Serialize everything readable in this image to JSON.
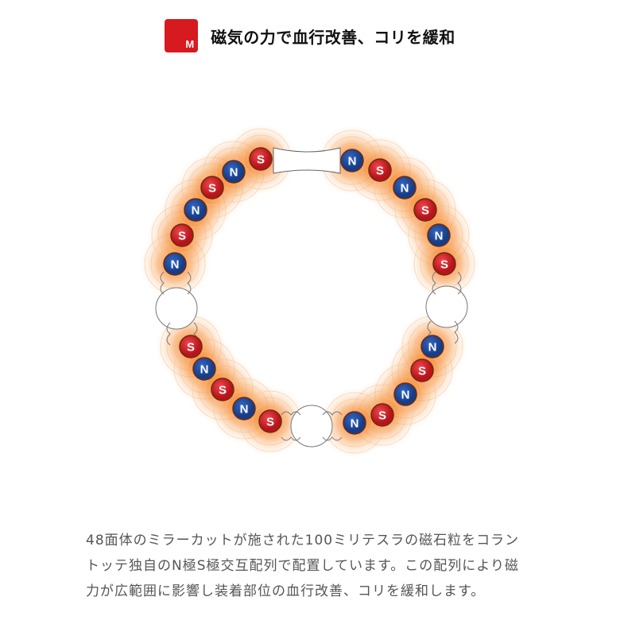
{
  "header": {
    "logo_letter": "M",
    "title": "磁気の力で血行改善、コリを緩和"
  },
  "diagram": {
    "brand_color": "#d71a1f",
    "north_color": "#1d4a9c",
    "south_color": "#d8232a",
    "glow_color": "#f07a1e",
    "groups": [
      {
        "poles": [
          "N",
          "S",
          "N",
          "S",
          "N",
          "S"
        ]
      },
      {
        "poles": [
          "N",
          "S",
          "N",
          "S",
          "N",
          "S"
        ]
      },
      {
        "poles": [
          "N",
          "S",
          "N",
          "S",
          "N"
        ]
      },
      {
        "poles": [
          "S",
          "N",
          "S",
          "N",
          "S"
        ]
      }
    ]
  },
  "description": {
    "line1": "48面体のミラーカットが施された100ミリテスラの磁石粒をコラン",
    "line2": "トッテ独自のN極S極交互配列で配置しています。この配列により磁",
    "line3": "力が広範囲に影響し装着部位の血行改善、コリを緩和します。"
  }
}
